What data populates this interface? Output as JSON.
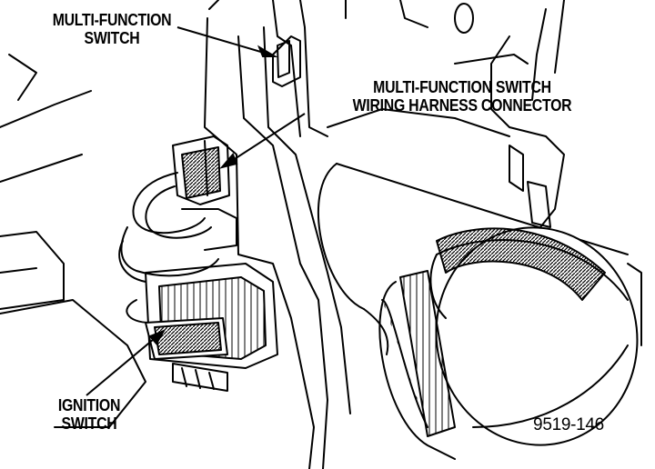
{
  "labels": {
    "multi_function_switch": [
      "MULTI-FUNCTION",
      "SWITCH"
    ],
    "harness_connector": [
      "MULTI-FUNCTION SWITCH",
      "WIRING HARNESS CONNECTOR"
    ],
    "ignition_switch": [
      "IGNITION",
      "SWITCH"
    ],
    "figure_number": "9519-146"
  },
  "colors": {
    "ink": "#000000",
    "paper": "#ffffff"
  }
}
